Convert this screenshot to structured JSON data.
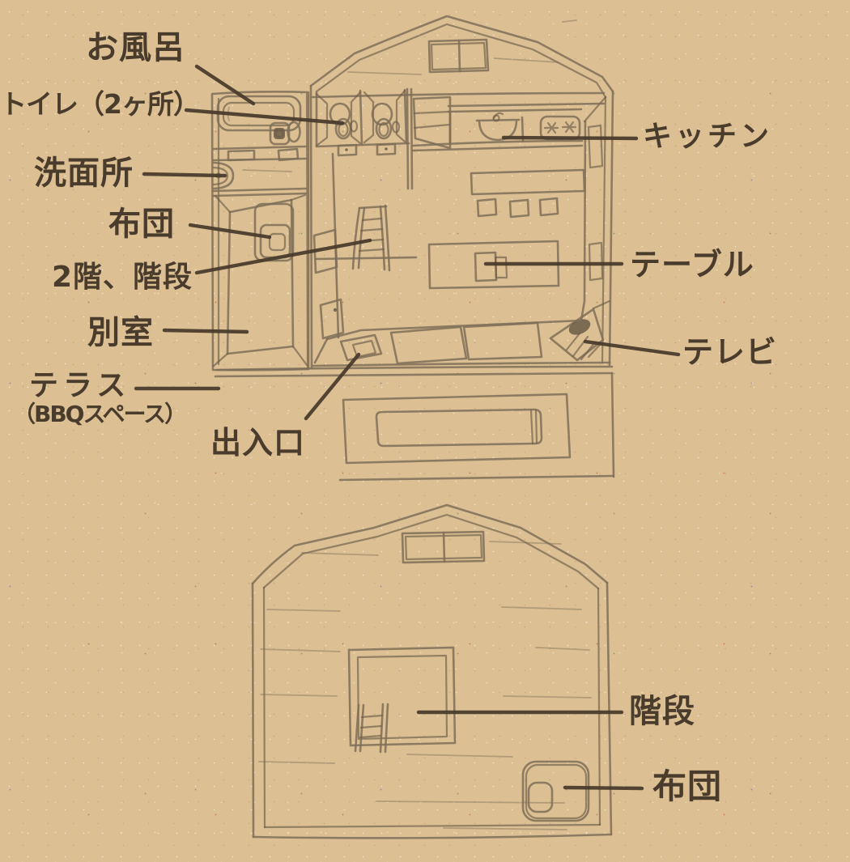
{
  "colors": {
    "paper": "#dcbf92",
    "pencil": "#7f6f58",
    "pencil_dark": "#6b5c48",
    "ink": "#4a3c2d"
  },
  "floor1": {
    "labels": {
      "bath": "お風呂",
      "toilet": "トイレ（2ヶ所）",
      "washroom": "洗面所",
      "futon": "布団",
      "stairs_up": "2階、階段",
      "separate_room": "別室",
      "terrace": "テラス",
      "terrace_note": "（BBQスペース）",
      "entrance": "出入口",
      "kitchen": "キッチン",
      "table": "テーブル",
      "tv": "テレビ"
    }
  },
  "floor2": {
    "labels": {
      "stairs": "階段",
      "futon": "布団"
    }
  }
}
